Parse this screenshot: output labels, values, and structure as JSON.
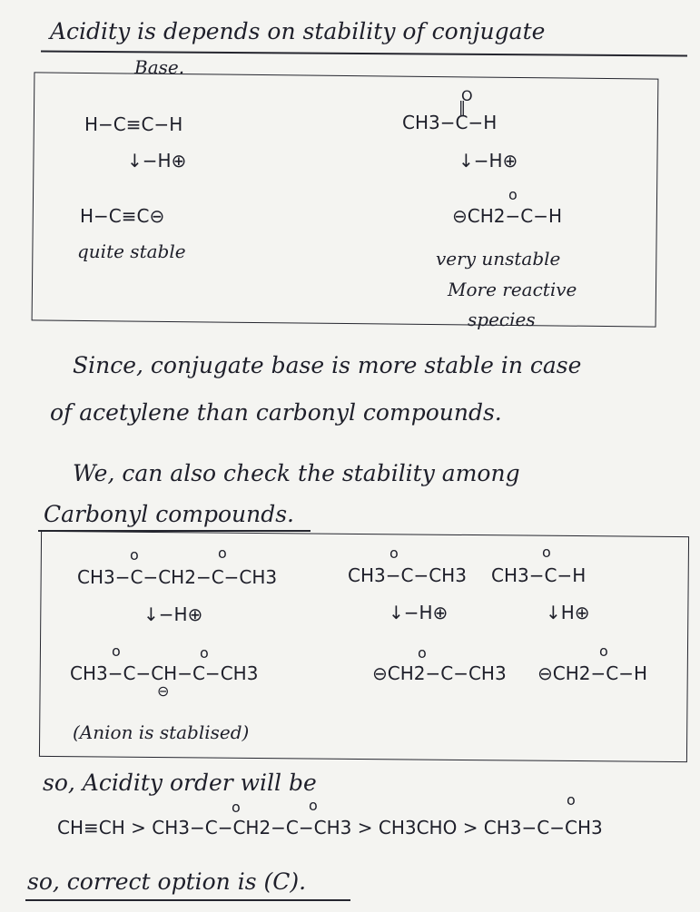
{
  "title_line1": "Acidity is depends on stability of conjugate",
  "title_line2": "Base.",
  "box1": {
    "left": {
      "reactant": "H−C≡C−H",
      "arrow": "↓−H⊕",
      "product": "H−C≡C⊖",
      "note": "quite stable"
    },
    "right": {
      "reactant_pre": "CH3−C−H",
      "carbonyl_o": "O",
      "arrow": "↓−H⊕",
      "product": "⊖CH2−C−H",
      "note1": "very unstable",
      "note2": "More reactive",
      "note3": "species"
    }
  },
  "para1_line1": "Since, conjugate base is more stable in case",
  "para1_line2": "of acetylene than carbonyl compounds.",
  "para2_line1": "We, can also check the stability among",
  "para2_line2": "Carbonyl compounds.",
  "box2": {
    "c1": {
      "reactant": "CH3−C−CH2−C−CH3",
      "arrow": "↓−H⊕",
      "product": "CH3−C−CH−C−CH3",
      "charge": "⊖"
    },
    "c2": {
      "reactant": "CH3−C−CH3",
      "arrow": "↓−H⊕",
      "product": "⊖CH2−C−CH3"
    },
    "c3": {
      "reactant": "CH3−C−H",
      "arrow": "↓H⊕",
      "product": "⊖CH2−C−H"
    },
    "note": "(Anion is stablised)"
  },
  "conclusion_line1": "so, Acidity order will be",
  "order": "CH≡CH > CH3−C−CH2−C−CH3 > CH3CHO > CH3−C−CH3",
  "final": "so, correct option is (C)."
}
